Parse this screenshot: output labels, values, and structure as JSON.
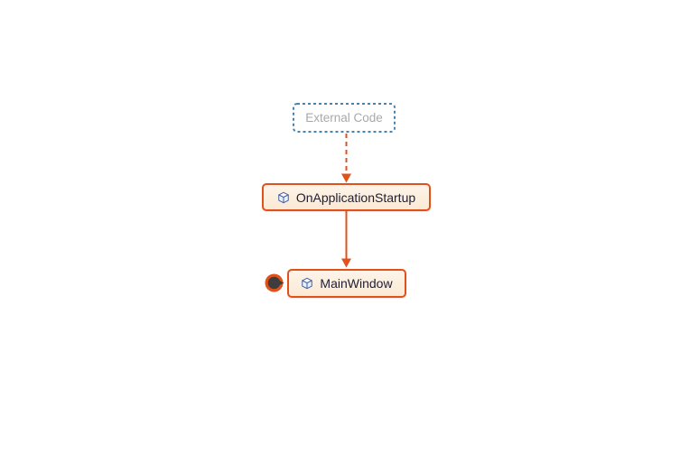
{
  "canvas": {
    "background": "#ffffff"
  },
  "colors": {
    "edge_orange": "#e0511c",
    "node_border": "#e0511c",
    "node_fill_top": "#fdf4e9",
    "node_fill_bottom": "#fbe9d4",
    "external_border": "#4385b5",
    "external_text": "#a9a9a9",
    "node_text": "#1e1e32",
    "badge_dark": "#3d3d3d",
    "icon_blue": "#3f5c9c"
  },
  "nodes": {
    "external": {
      "label": "External Code",
      "style": "dashed-blue"
    },
    "startup": {
      "label": "OnApplicationStartup",
      "icon": "cube-icon",
      "style": "solid-orange"
    },
    "main": {
      "label": "MainWindow",
      "icon": "cube-icon",
      "style": "solid-orange",
      "badge": "incoming-link-badge"
    }
  },
  "edges": [
    {
      "from": "External Code",
      "to": "OnApplicationStartup",
      "style": "dashed",
      "color": "#e0511c"
    },
    {
      "from": "OnApplicationStartup",
      "to": "MainWindow",
      "style": "solid",
      "color": "#e0511c"
    }
  ]
}
